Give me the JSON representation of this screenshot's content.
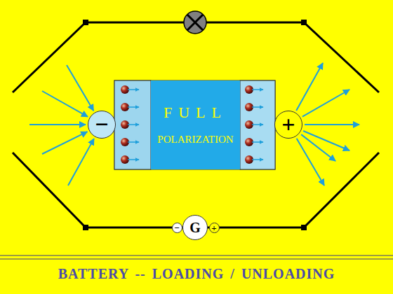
{
  "diagram": {
    "title": "BATTERY -- LOADING / UNLOADING",
    "nodes": [
      {
        "text": [
          "FULL",
          "POLARIZATION"
        ]
      },
      {
        "text": [
          "−"
        ]
      },
      {
        "text": [
          "+"
        ]
      },
      {
        "text": [
          "G"
        ]
      },
      {
        "text": [
          "−"
        ]
      },
      {
        "text": [
          "+"
        ]
      }
    ]
  }
}
